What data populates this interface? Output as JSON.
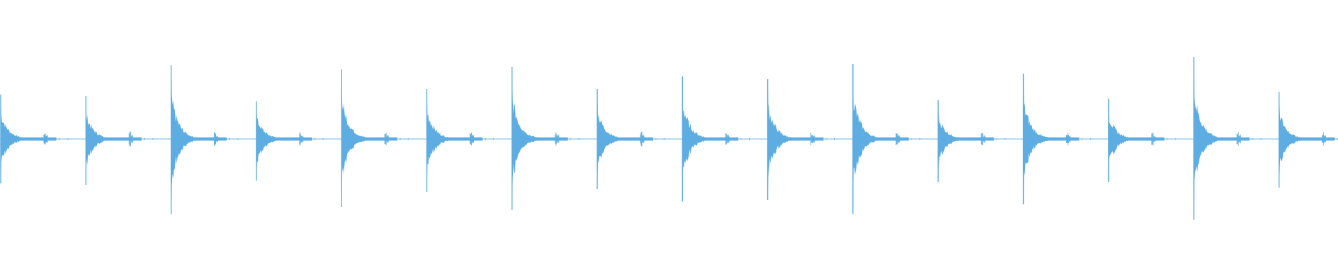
{
  "waveform": {
    "color": "#5dade2",
    "background": "#ffffff",
    "hit_count": 16,
    "hits": [
      {
        "peak_up": 0.32,
        "peak_down": 0.32,
        "echo": 0.12
      },
      {
        "peak_up": 0.31,
        "peak_down": 0.33,
        "echo": 0.12
      },
      {
        "peak_up": 0.53,
        "peak_down": 0.54,
        "echo": 0.11
      },
      {
        "peak_up": 0.27,
        "peak_down": 0.3,
        "echo": 0.11
      },
      {
        "peak_up": 0.5,
        "peak_down": 0.49,
        "echo": 0.11
      },
      {
        "peak_up": 0.36,
        "peak_down": 0.38,
        "echo": 0.11
      },
      {
        "peak_up": 0.52,
        "peak_down": 0.51,
        "echo": 0.12
      },
      {
        "peak_up": 0.36,
        "peak_down": 0.36,
        "echo": 0.12
      },
      {
        "peak_up": 0.45,
        "peak_down": 0.45,
        "echo": 0.11
      },
      {
        "peak_up": 0.43,
        "peak_down": 0.44,
        "echo": 0.11
      },
      {
        "peak_up": 0.54,
        "peak_down": 0.54,
        "echo": 0.11
      },
      {
        "peak_up": 0.28,
        "peak_down": 0.31,
        "echo": 0.11
      },
      {
        "peak_up": 0.47,
        "peak_down": 0.47,
        "echo": 0.11
      },
      {
        "peak_up": 0.29,
        "peak_down": 0.31,
        "echo": 0.11
      },
      {
        "peak_up": 0.59,
        "peak_down": 0.58,
        "echo": 0.12
      },
      {
        "peak_up": 0.34,
        "peak_down": 0.35,
        "echo": 0.11
      }
    ]
  }
}
